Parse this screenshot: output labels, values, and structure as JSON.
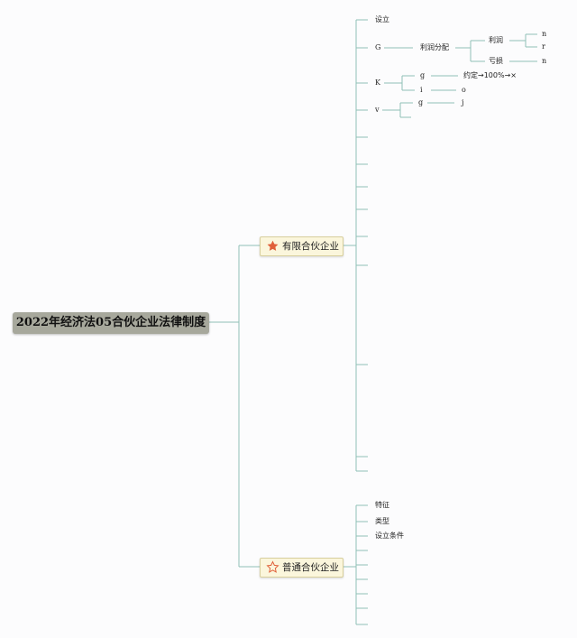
{
  "root": {
    "title": "2022年经济法05合伙企业法律制度"
  },
  "branches": {
    "limited": {
      "label": "有限合伙企业",
      "icon": "filled-star-icon",
      "icon_color": "#e0603a"
    },
    "general": {
      "label": "普通合伙企业",
      "icon": "outline-star-icon",
      "icon_color": "#e0603a"
    }
  },
  "limited_children": {
    "setup": "设立",
    "g_node": "G",
    "profit_dist": "利润分配",
    "profit": "利润",
    "profit_n": "n",
    "profit_r": "r",
    "loss": "亏损",
    "loss_n": "n",
    "k_node": "K",
    "k_g": "g",
    "k_g_note": "约定→100%→×",
    "k_i": "i",
    "k_i_val": "o",
    "v_node": "v",
    "v_g": "g",
    "v_g_val": "j"
  },
  "general_children": {
    "feature": "特征",
    "type": "类型",
    "setup_cond": "设立条件"
  },
  "colors": {
    "line": "#8fc1b6",
    "root_bg": "#a7a89c",
    "branch_bg": "#fbf6dc"
  }
}
